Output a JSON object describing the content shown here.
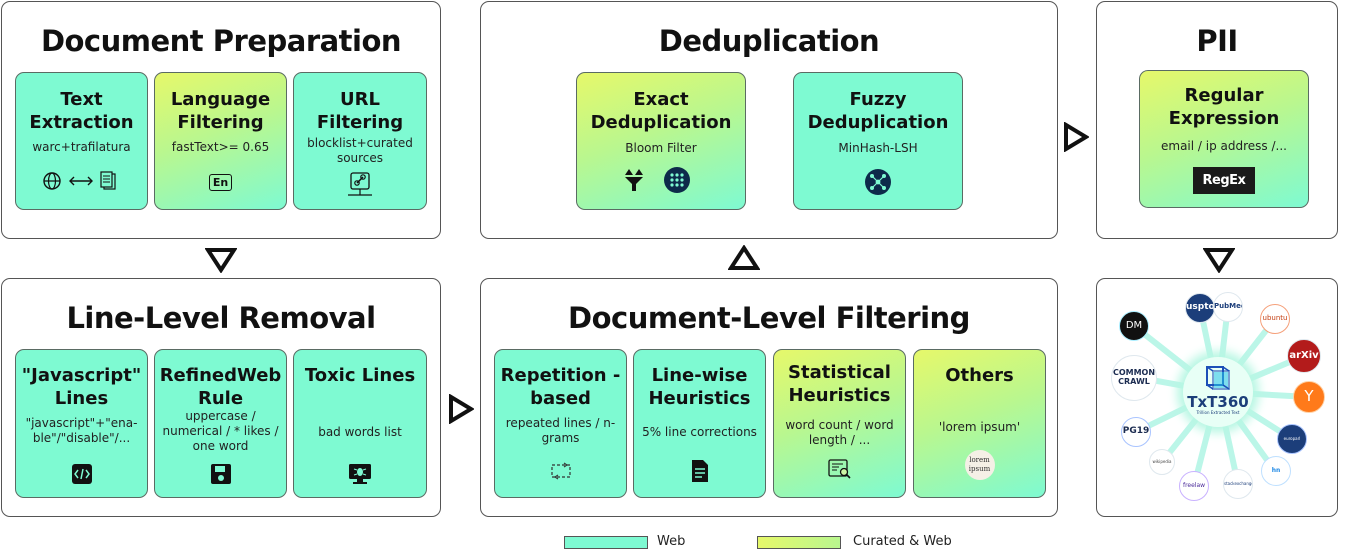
{
  "panels": {
    "doc_prep": {
      "title": "Document Preparation",
      "cards": [
        {
          "title": "Text Extraction",
          "sub": "warc+trafilatura",
          "icon": "globe-to-documents-icon"
        },
        {
          "title": "Language Filtering",
          "sub": "fastText>= 0.65",
          "icon": "language-en-icon",
          "icon_text": "En"
        },
        {
          "title": "URL Filtering",
          "sub": "blocklist+curated sources",
          "icon": "link-network-icon"
        }
      ]
    },
    "dedup": {
      "title": "Deduplication",
      "cards": [
        {
          "title": "Exact Deduplication",
          "sub": "Bloom Filter",
          "icon": "bloom-filter-icon"
        },
        {
          "title": "Fuzzy Deduplication",
          "sub": "MinHash-LSH",
          "icon": "minhash-network-icon"
        }
      ]
    },
    "pii": {
      "title": "PII",
      "cards": [
        {
          "title": "Regular Expression",
          "sub": "email / ip address /...",
          "icon": "regex-logo",
          "logo_text": "RegEx"
        }
      ]
    },
    "line_level": {
      "title": "Line-Level Removal",
      "cards": [
        {
          "title": "\"Javascript\" Lines",
          "sub": "\"javascript\"+\"ena-ble\"/\"disable\"/...",
          "icon": "code-file-icon"
        },
        {
          "title": "RefinedWeb Rule",
          "sub": "uppercase / numerical / * likes / one word",
          "icon": "save-rule-icon"
        },
        {
          "title": "Toxic Lines",
          "sub": "bad words list",
          "icon": "bug-monitor-icon"
        }
      ]
    },
    "doc_level": {
      "title": "Document-Level Filtering",
      "cards": [
        {
          "title": "Repetition -based",
          "sub": "repeated lines / n-grams",
          "icon": "repeat-icon"
        },
        {
          "title": "Line-wise Heuristics",
          "sub": "5% line corrections",
          "icon": "document-lines-icon"
        },
        {
          "title": "Statistical Heuristics",
          "sub": "word count / word length / ...",
          "icon": "search-document-icon"
        },
        {
          "title": "Others",
          "sub": "'lorem ipsum'",
          "icon": "lorem-ipsum-badge",
          "badge_text": "lorem ipsum"
        }
      ]
    },
    "sources": {
      "hub_label": "TxT360",
      "hub_sub": "Trillion Extracted Text",
      "satellites": [
        "COMMON CRAWL",
        "DM",
        "uspto",
        "PubMed",
        "ubuntu",
        "arXiv",
        "Y",
        "PG19",
        "freelaw",
        "stackexchange",
        "wikipedia",
        "europarl",
        "hn"
      ]
    }
  },
  "legend": {
    "web": "Web",
    "curated": "Curated & Web",
    "web_color": "#7efad2",
    "curated_color": "#e6f86a"
  }
}
